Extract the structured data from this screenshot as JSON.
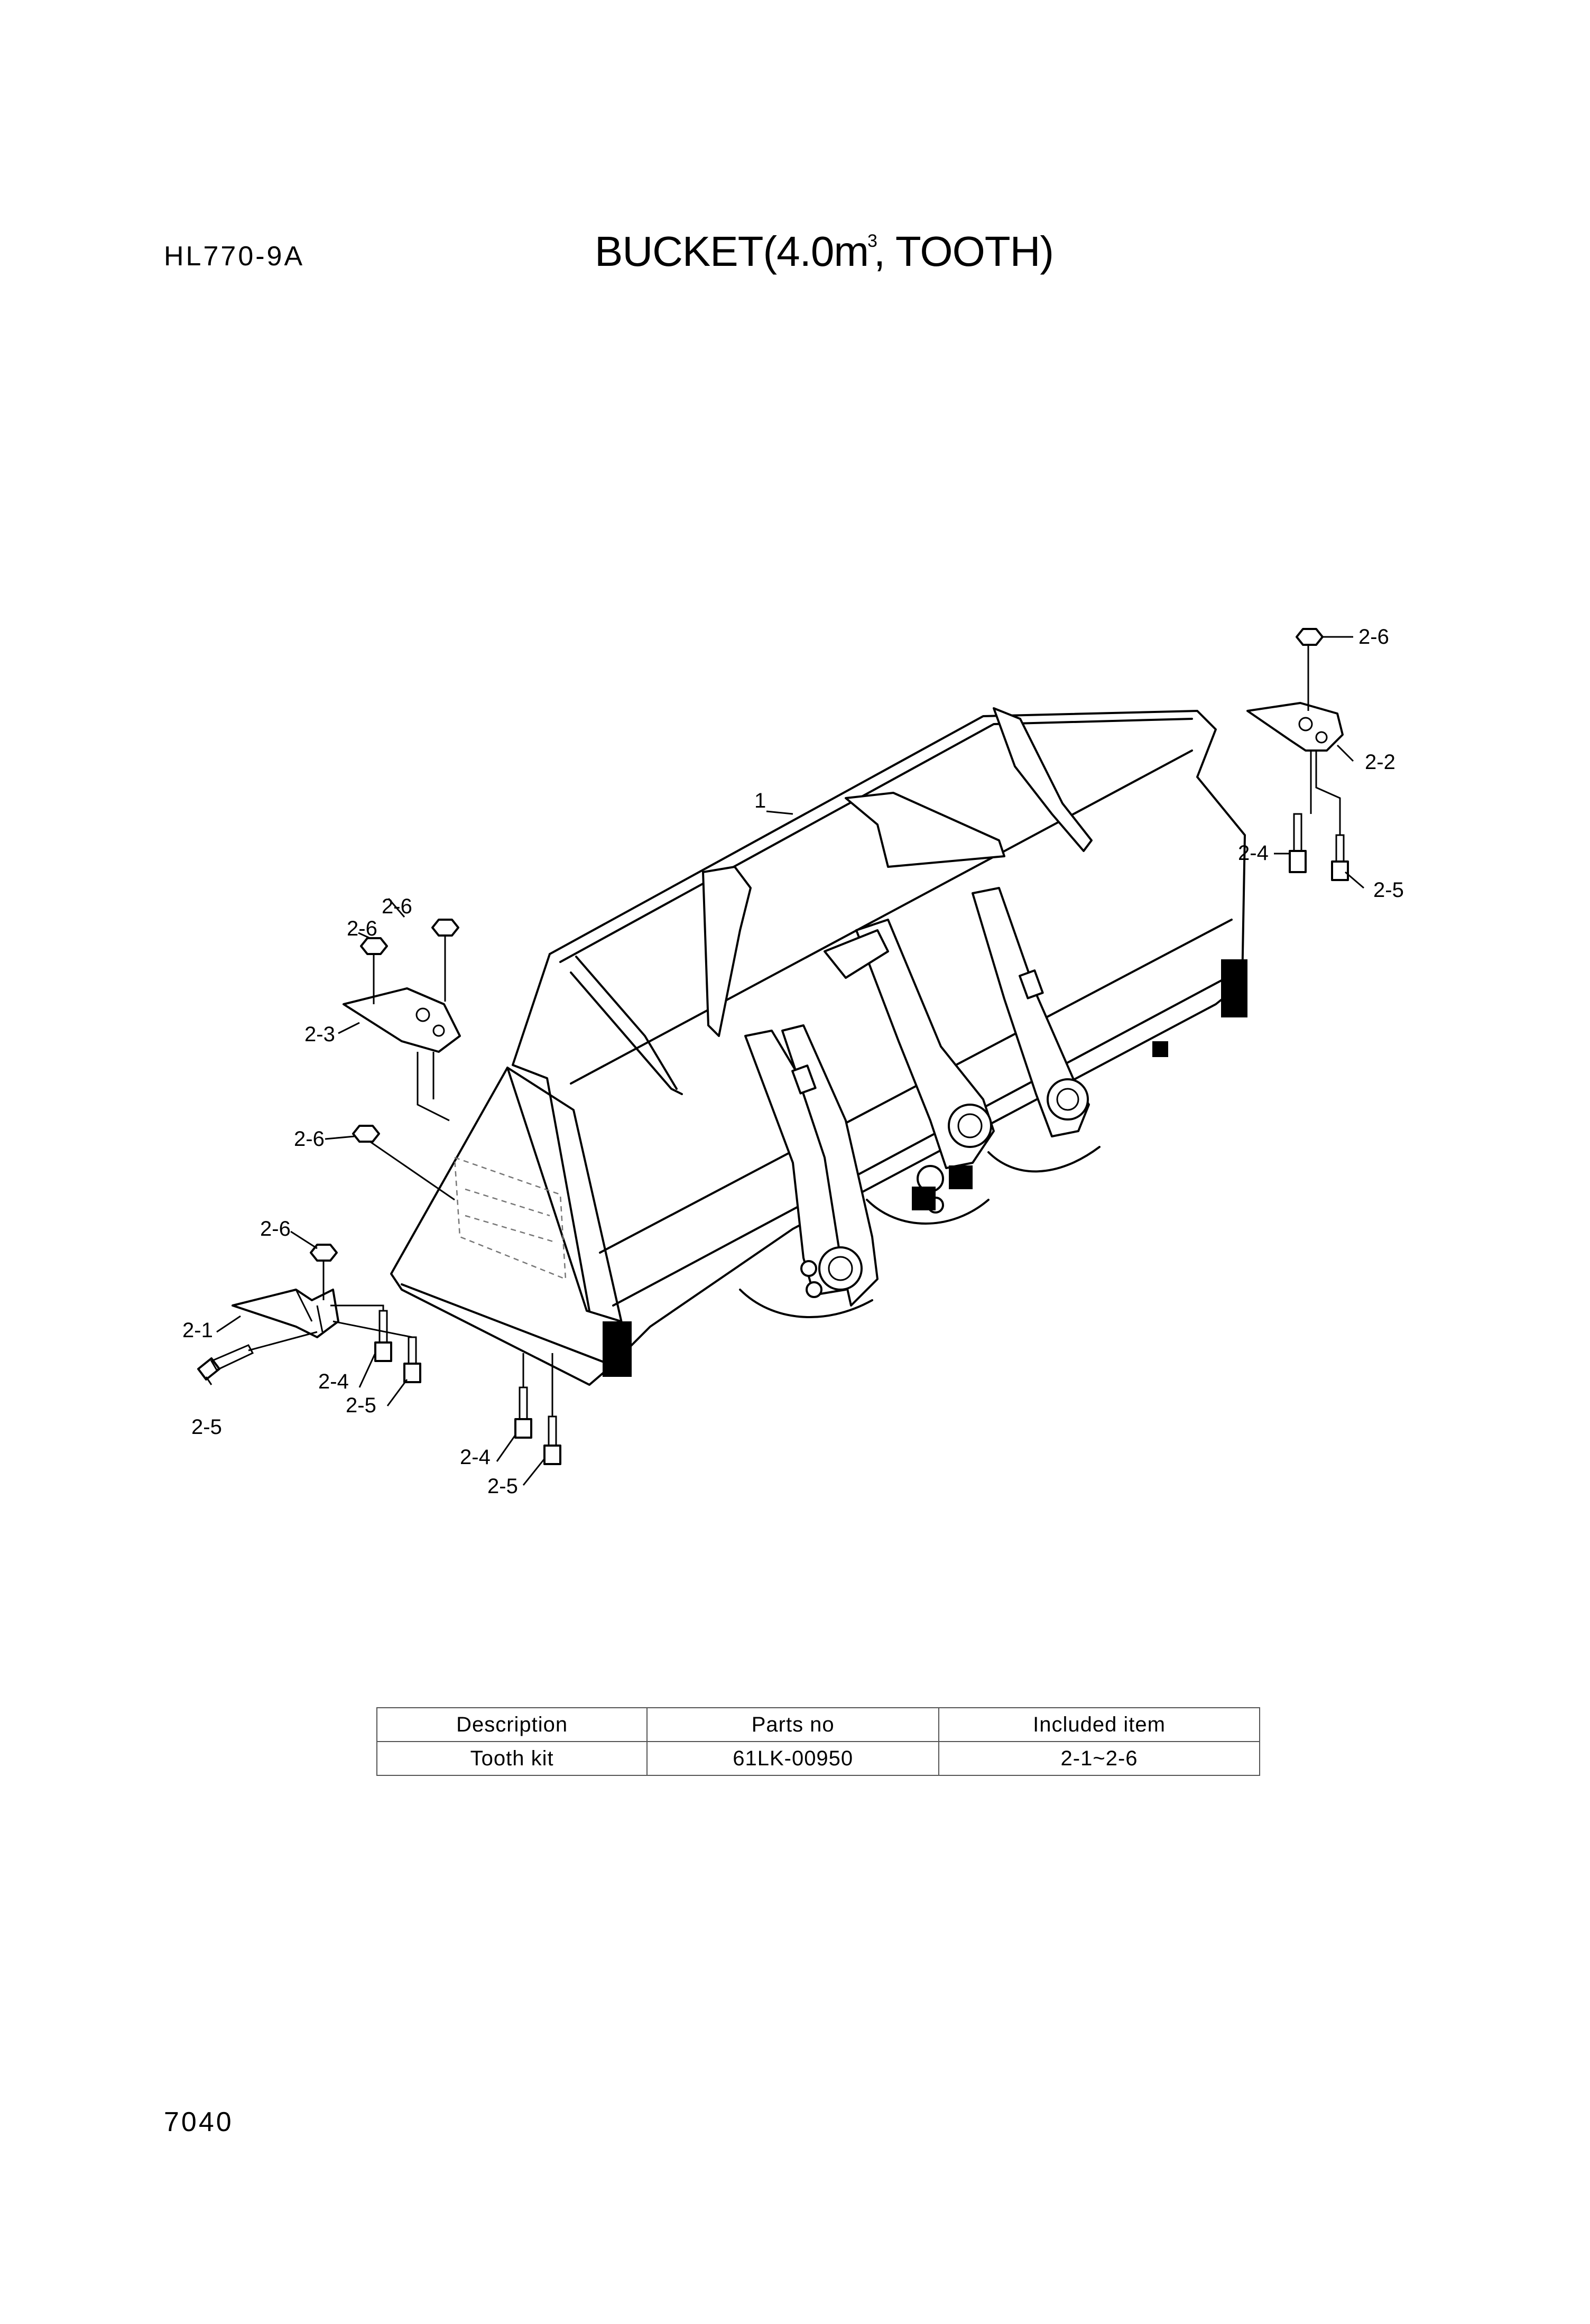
{
  "header": {
    "model": "HL770-9A",
    "title_main": "BUCKET(4.0m",
    "title_sup": "3",
    "title_tail": ", TOOTH)"
  },
  "callouts": {
    "bucket": "1",
    "tooth_left": "2-1",
    "tooth_right": "2-2",
    "tooth_corner": "2-3",
    "bolt_a": "2-4",
    "bolt_b": "2-5",
    "nut": "2-6"
  },
  "parts_table": {
    "headers": [
      "Description",
      "Parts no",
      "Included item"
    ],
    "rows": [
      [
        "Tooth kit",
        "61LK-00950",
        "2-1~2-6"
      ]
    ]
  },
  "footer": {
    "page_number": "7040"
  }
}
